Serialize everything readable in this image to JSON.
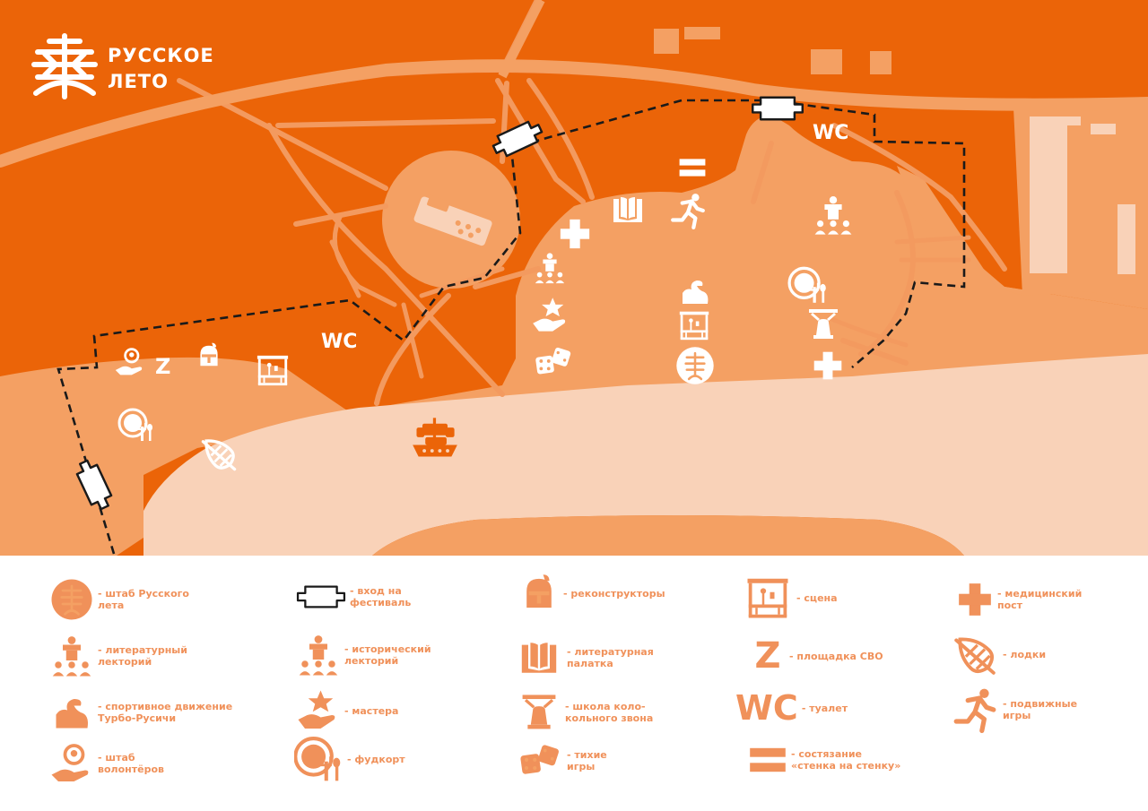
{
  "brand": {
    "name_line1": "РУССКОЕ",
    "name_line2": "ЛЕТО"
  },
  "map_labels": {
    "wc_left": "WC",
    "wc_top": "WC",
    "svo_marker": "Z"
  },
  "legend": {
    "col1": [
      {
        "icon": "hq-snowflake-icon",
        "label": "- штаб Русского\nлета"
      },
      {
        "icon": "literary-lecture-icon",
        "label": "- литературный\nлекторий"
      },
      {
        "icon": "muscle-arm-icon",
        "label": "- спортивное движение\nТурбо-Русичи"
      },
      {
        "icon": "volunteer-hand-icon",
        "label": "- штаб\nволонтёров"
      }
    ],
    "col2": [
      {
        "icon": "entrance-icon",
        "label": "- вход на\nфестиваль"
      },
      {
        "icon": "historical-lecture-icon",
        "label": "- исторический\nлекторий"
      },
      {
        "icon": "star-hand-icon",
        "label": "- мастера"
      },
      {
        "icon": "food-plate-icon",
        "label": "- фудкорт"
      }
    ],
    "col3": [
      {
        "icon": "knight-helmet-icon",
        "label": "- реконструкторы"
      },
      {
        "icon": "open-book-icon",
        "label": "- литературная\nпалатка"
      },
      {
        "icon": "bell-icon",
        "label": "- школа коло-\nкольного звона"
      },
      {
        "icon": "dice-icon",
        "label": "- тихие\nигры"
      }
    ],
    "col4": [
      {
        "icon": "stage-icon",
        "label": "- сцена"
      },
      {
        "icon": "z-icon",
        "label": "- площадка СВО",
        "glyph": "Z"
      },
      {
        "icon": "wc-icon",
        "label": "- туалет",
        "glyph": "WC"
      },
      {
        "icon": "equals-icon",
        "label": "- состязание\n«стенка на стенку»"
      }
    ],
    "col5": [
      {
        "icon": "medical-cross-icon",
        "label": "- медицинский\nпост"
      },
      {
        "icon": "boat-icon",
        "label": "- лодки"
      },
      {
        "icon": "running-man-icon",
        "label": "- подвижные\nигры"
      }
    ]
  },
  "colors": {
    "dark_orange": "#EB6408",
    "medium_orange": "#F4A063",
    "light_peach": "#F9D2B8",
    "path": "#F39A5F",
    "legend_icon": "#F0915A",
    "white": "#FFFFFF",
    "dashed_border": "#1A1A1A"
  }
}
